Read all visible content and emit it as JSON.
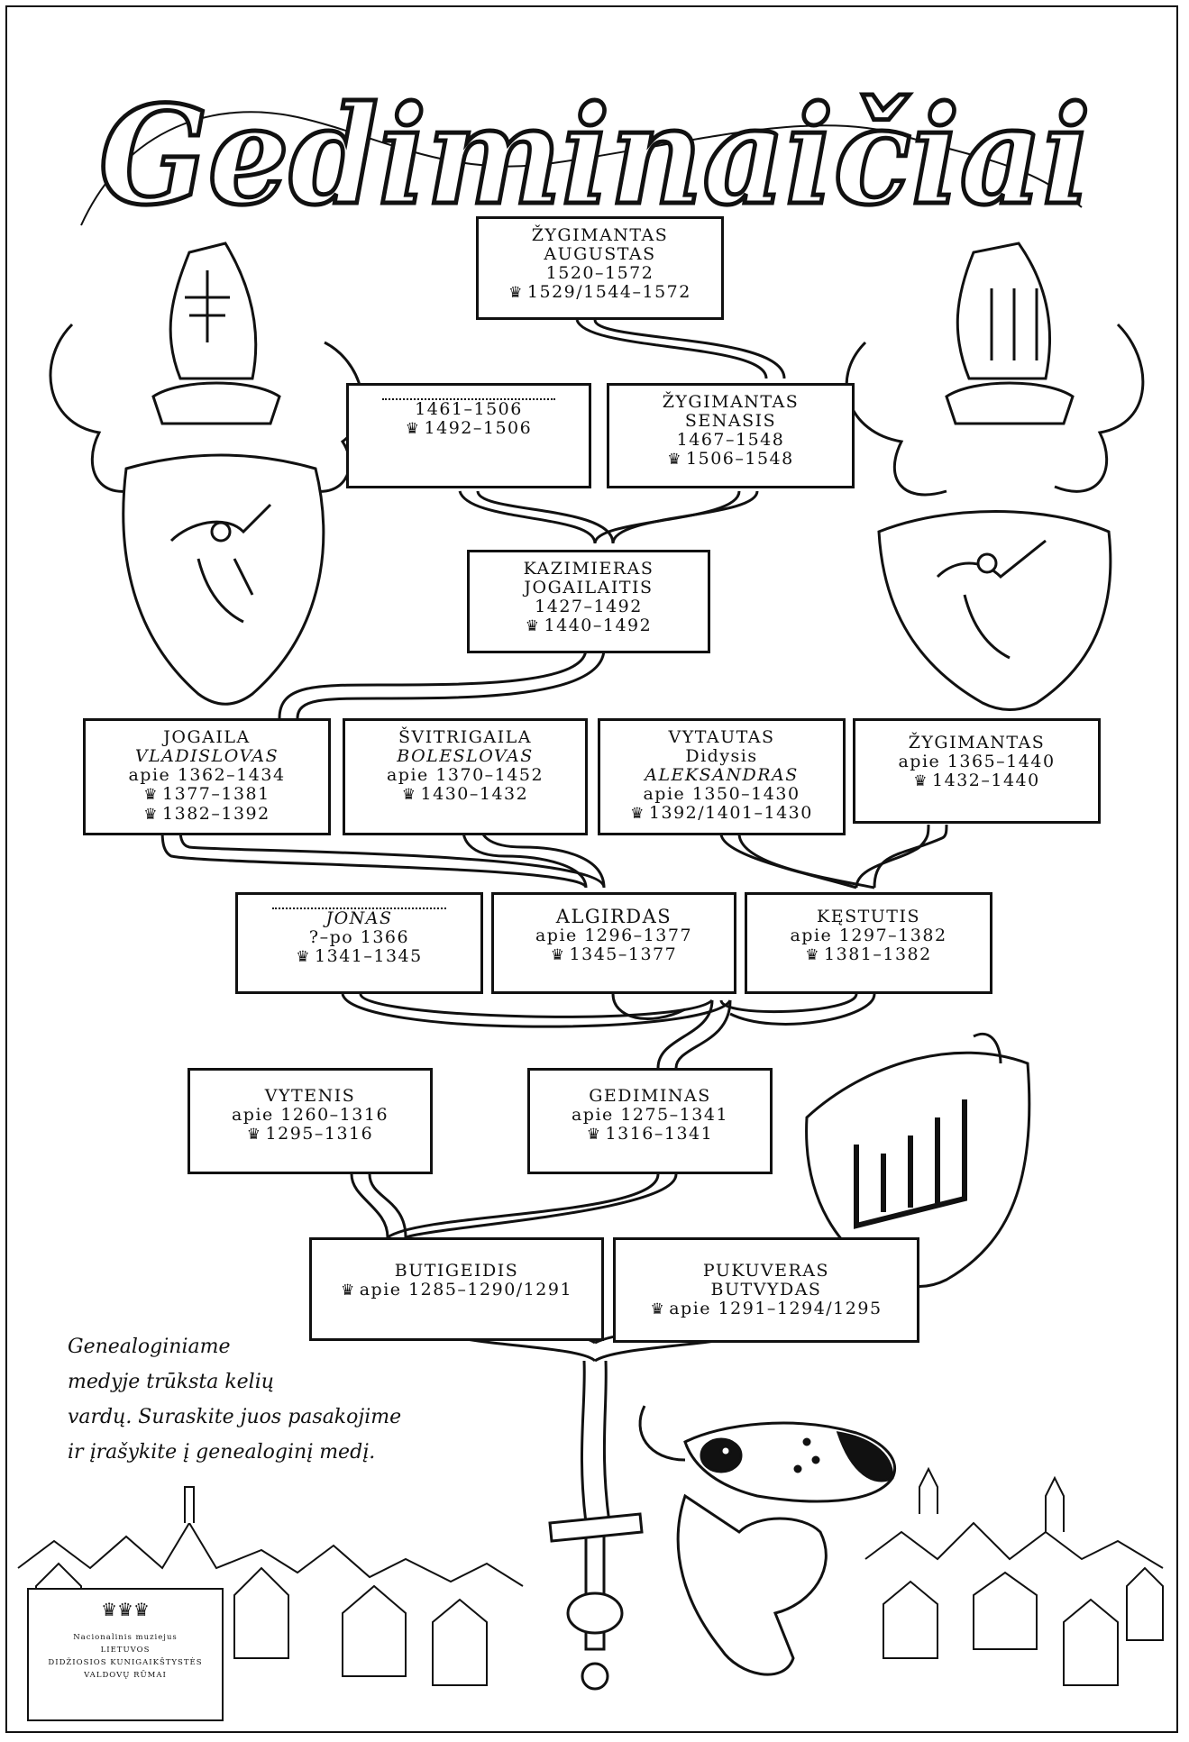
{
  "title": "Gediminaičiai",
  "crown_icon": "crown-icon",
  "boxes": {
    "zygimantas_augustas": {
      "l1": "ŽYGIMANTAS",
      "l2": "AUGUSTAS",
      "l3": "1520–1572",
      "r1": "1529/1544–1572"
    },
    "unknown_1461": {
      "l1": "1461–1506",
      "r1": "1492–1506"
    },
    "zygimantas_senasis": {
      "l1": "ŽYGIMANTAS",
      "l2": "SENASIS",
      "l3": "1467–1548",
      "r1": "1506–1548"
    },
    "kazimieras": {
      "l1": "KAZIMIERAS",
      "l2": "JOGAILAITIS",
      "l3": "1427–1492",
      "r1": "1440–1492"
    },
    "jogaila": {
      "l1": "JOGAILA",
      "l2": "VLADISLOVAS",
      "l3": "apie 1362–1434",
      "r1": "1377–1381",
      "r2": "1382–1392"
    },
    "svitrigaila": {
      "l1": "ŠVITRIGAILA",
      "l2": "BOLESLOVAS",
      "l3": "apie 1370–1452",
      "r1": "1430–1432"
    },
    "vytautas": {
      "l1": "VYTAUTAS",
      "l2": "Didysis",
      "l3": "ALEKSANDRAS",
      "l4": "apie 1350–1430",
      "r1": "1392/1401–1430"
    },
    "zygimantas": {
      "l1": "ŽYGIMANTAS",
      "l2": "apie 1365–1440",
      "r1": "1432–1440"
    },
    "jonas": {
      "l1": "JONAS",
      "l2": "?–po 1366",
      "r1": "1341–1345"
    },
    "algirdas": {
      "l1": "ALGIRDAS",
      "l2": "apie 1296–1377",
      "r1": "1345–1377"
    },
    "kestutis": {
      "l1": "KĘSTUTIS",
      "l2": "apie 1297–1382",
      "r1": "1381–1382"
    },
    "vytenis": {
      "l1": "VYTENIS",
      "l2": "apie 1260–1316",
      "r1": "1295–1316"
    },
    "gediminas": {
      "l1": "GEDIMINAS",
      "l2": "apie 1275–1341",
      "r1": "1316–1341"
    },
    "butigeidis": {
      "l1": "BUTIGEIDIS",
      "r1": "apie 1285–1290/1291"
    },
    "pukuveras": {
      "l1": "PUKUVERAS",
      "l2": "BUTVYDAS",
      "r1": "apie 1291–1294/1295"
    }
  },
  "note": {
    "line1": "Genealoginiame",
    "line2": "medyje trūksta kelių",
    "line3": "vardų. Suraskite juos pasakojime",
    "line4": "ir įrašykite į genealoginį medį."
  },
  "logo": {
    "l1": "Nacionalinis muziejus",
    "l2": "LIETUVOS",
    "l3": "DIDŽIOSIOS KUNIGAIKŠTYSTĖS",
    "l4": "VALDOVŲ RŪMAI"
  }
}
